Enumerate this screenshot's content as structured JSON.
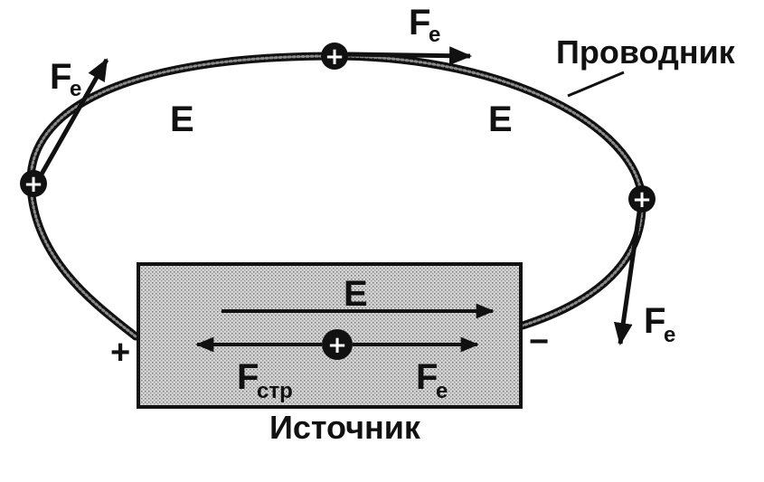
{
  "labels": {
    "conductor": "Проводник",
    "source": "Источник",
    "field_symbol": "E",
    "force_symbol": "F",
    "force_e_subscript": "e",
    "force_ext_subscript": "стр",
    "positive_terminal": "+",
    "negative_terminal": "−",
    "charge_sign": "+"
  },
  "colors": {
    "ink": "#111111",
    "source_fill": "#c9c9c9",
    "background": "#ffffff"
  }
}
